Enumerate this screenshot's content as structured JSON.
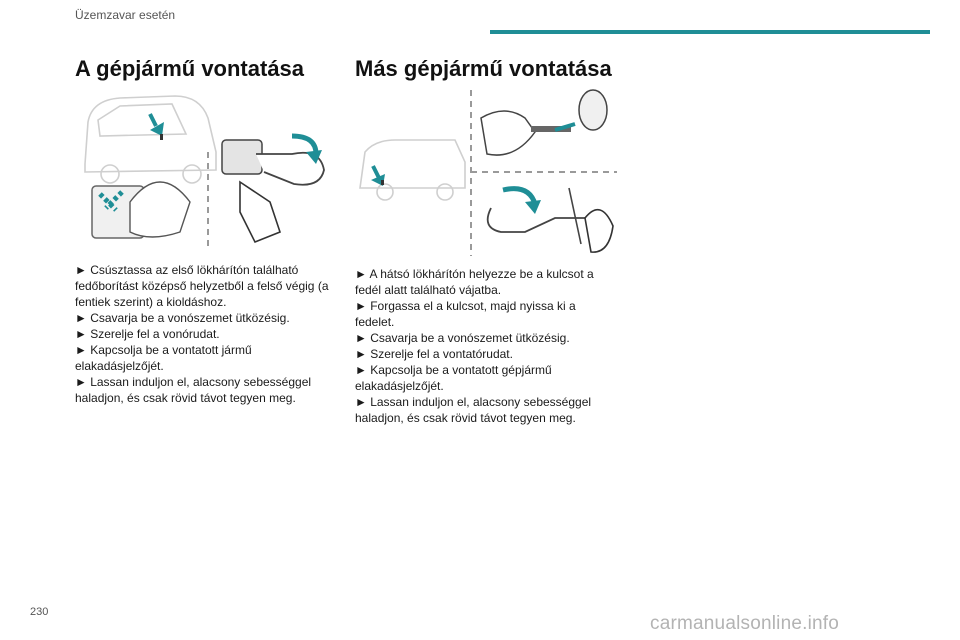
{
  "header": {
    "title": "Üzemzavar esetén",
    "accent_color": "#1f8e96"
  },
  "sections": [
    {
      "title": "A gépjármű vontatása",
      "steps": [
        "► Csúsztassa az első lökhárítón található fedőborítást középső helyzetből a felső végig (a fentiek szerint) a kioldáshoz.",
        "► Csavarja be a vonószemet ütközésig.",
        "► Szerelje fel a vonórudat.",
        "► Kapcsolja be a vontatott jármű elakadásjelzőjét.",
        "► Lassan induljon el, alacsony sebességgel haladjon, és csak rövid távot tegyen meg."
      ]
    },
    {
      "title": "Más gépjármű vontatása",
      "steps": [
        "► A hátsó lökhárítón helyezze be a kulcsot a fedél alatt található vájatba.",
        "► Forgassa el a kulcsot, majd nyissa ki a fedelet.",
        "► Csavarja be a vonószemet ütközésig.",
        "► Szerelje fel a vontatórudat.",
        "► Kapcsolja be a vontatott gépjármű elakadásjelzőjét.",
        "► Lassan induljon el, alacsony sebességgel haladjon, és csak rövid távot tegyen meg."
      ]
    }
  ],
  "footer": {
    "page_number": "230",
    "watermark": "carmanualsonline.info"
  }
}
